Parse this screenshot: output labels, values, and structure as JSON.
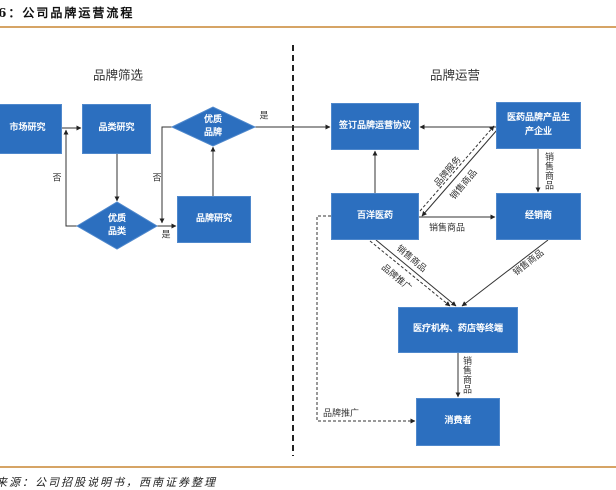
{
  "colors": {
    "node_fill": "#2c6fbf",
    "node_border": "#4f88cc",
    "rule": "#d6a465",
    "line": "#333333"
  },
  "header": {
    "title": "6：公司品牌运营流程"
  },
  "sections": {
    "screening": "品牌筛选",
    "operation": "品牌运营"
  },
  "nodes": {
    "market_research": "市场研究",
    "category_research": "品类研究",
    "quality_category": "优质\n品类",
    "brand_research": "品牌研究",
    "quality_brand": "优质\n品牌",
    "sign_agreement": "签订品牌运营协议",
    "manufacturer": "医药品牌产品生\n产企业",
    "baiyang": "百洋医药",
    "distributor": "经销商",
    "terminal": "医疗机构、药店等终端",
    "consumer": "消费者"
  },
  "edge_labels": {
    "category_no": "否",
    "category_yes": "是",
    "brand_no": "否",
    "brand_yes": "是",
    "baiyang_to_manufacturer_service": "品牌服务",
    "manufacturer_to_baiyang_sales": "销售商品",
    "manufacturer_to_distributor_sales": "销售商品",
    "baiyang_to_distributor_sales": "销售商品",
    "baiyang_to_terminal_sales": "销售商品",
    "baiyang_to_terminal_promo": "品牌推广",
    "distributor_to_terminal_sales": "销售商品",
    "terminal_to_consumer_sales": "销售商品",
    "baiyang_to_consumer_promo": "品牌推广"
  },
  "footer": {
    "source": "来源：公司招股说明书，西南证券整理"
  }
}
